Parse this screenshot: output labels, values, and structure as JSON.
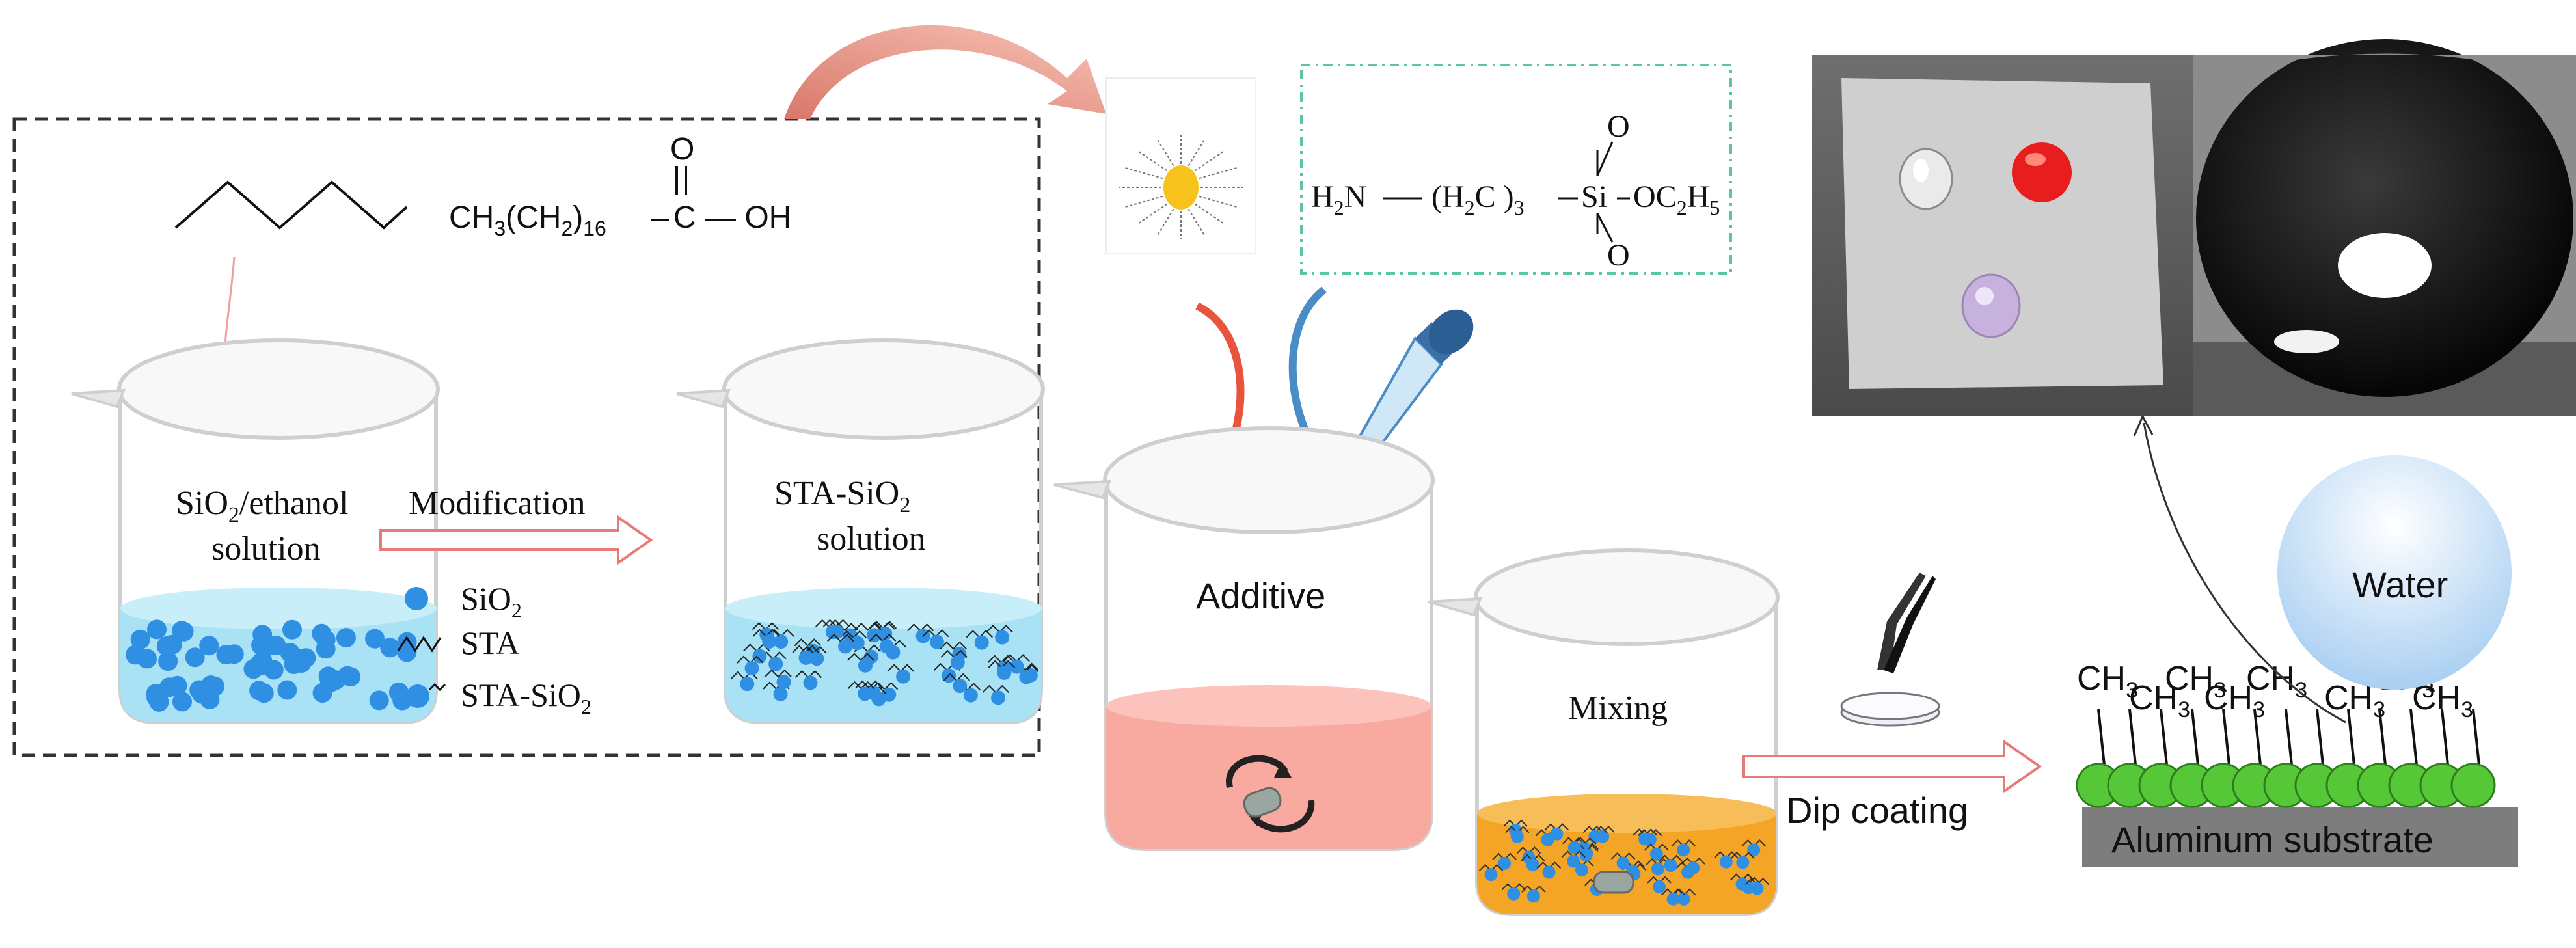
{
  "beakers": {
    "sio2_ethanol": {
      "line1_main": "SiO",
      "line1_sub": "2",
      "line1_rest": "/ethanol",
      "line2": "solution"
    },
    "sta_sio2": {
      "line1_main": "STA-SiO",
      "line1_sub": "2",
      "line2": "solution"
    },
    "additive": {
      "label": "Additive"
    },
    "mixing": {
      "label": "Mixing"
    }
  },
  "arrows": {
    "modification": "Modification",
    "dip_coating": "Dip coating"
  },
  "legend": {
    "sio2_main": "SiO",
    "sio2_sub": "2",
    "sta": "STA",
    "sta_sio2_main": "STA-SiO",
    "sta_sio2_sub": "2"
  },
  "stearic_acid": {
    "ch3": "CH",
    "ch3_sub": "3",
    "ch2_open": "(CH",
    "ch2_sub": "2",
    "ch2_close": ")",
    "ch2_count": "16",
    "c_oh": "C — OH",
    "o": "O"
  },
  "silane": {
    "h2n": "H",
    "h2n_sub": "2",
    "h2n_rest": "N",
    "chain_open": "(H",
    "chain_sub": "2",
    "chain_rest": "C )",
    "chain_count": "3",
    "si": "Si",
    "oc2h5_main": "OC",
    "oc2h5_sub1": "2",
    "oc2h5_mid": "H",
    "oc2h5_sub2": "5",
    "o_top": "O",
    "o_bottom": "O"
  },
  "substrate": {
    "label": "Aluminum substrate",
    "water": "Water",
    "ch3_main": "CH",
    "ch3_sub": "3"
  },
  "colors": {
    "sio2_blue": "#2f8fe3",
    "liquid_blue": "#a9e2f5",
    "liquid_pink": "#f8a9a0",
    "liquid_orange": "#f4a526",
    "particle_yellow": "#f6c21b",
    "sphere_green": "#56c838",
    "substrate_gray": "#7d7d7d",
    "water_drop": "#bcd9f5",
    "arrow_red": "#e8543c",
    "arrow_blue": "#4a8cc7"
  }
}
